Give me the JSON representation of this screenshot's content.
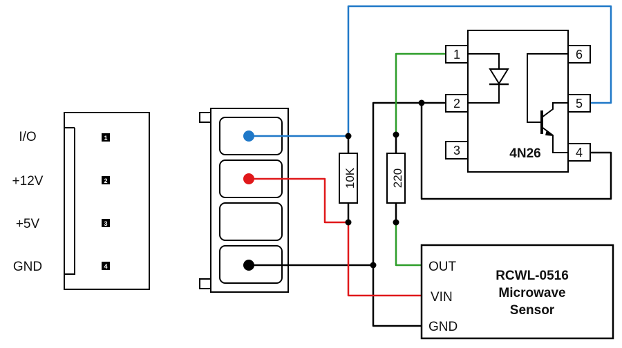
{
  "connector_labels": [
    "I/O",
    "+12V",
    "+5V",
    "GND"
  ],
  "connector_pin_numbers": [
    "1",
    "2",
    "3",
    "4"
  ],
  "resistors": [
    {
      "label": "10K"
    },
    {
      "label": "220"
    }
  ],
  "optocoupler": {
    "name": "4N26",
    "pins": [
      "1",
      "2",
      "3",
      "4",
      "5",
      "6"
    ]
  },
  "sensor": {
    "pins": [
      "OUT",
      "VIN",
      "GND"
    ],
    "title_lines": [
      "RCWL-0516",
      "Microwave",
      "Sensor"
    ]
  },
  "colors": {
    "io_wire": "#1f78c8",
    "power_wire": "#e0181a",
    "signal_wire": "#2e9e2a",
    "ground_wire": "#000000"
  }
}
